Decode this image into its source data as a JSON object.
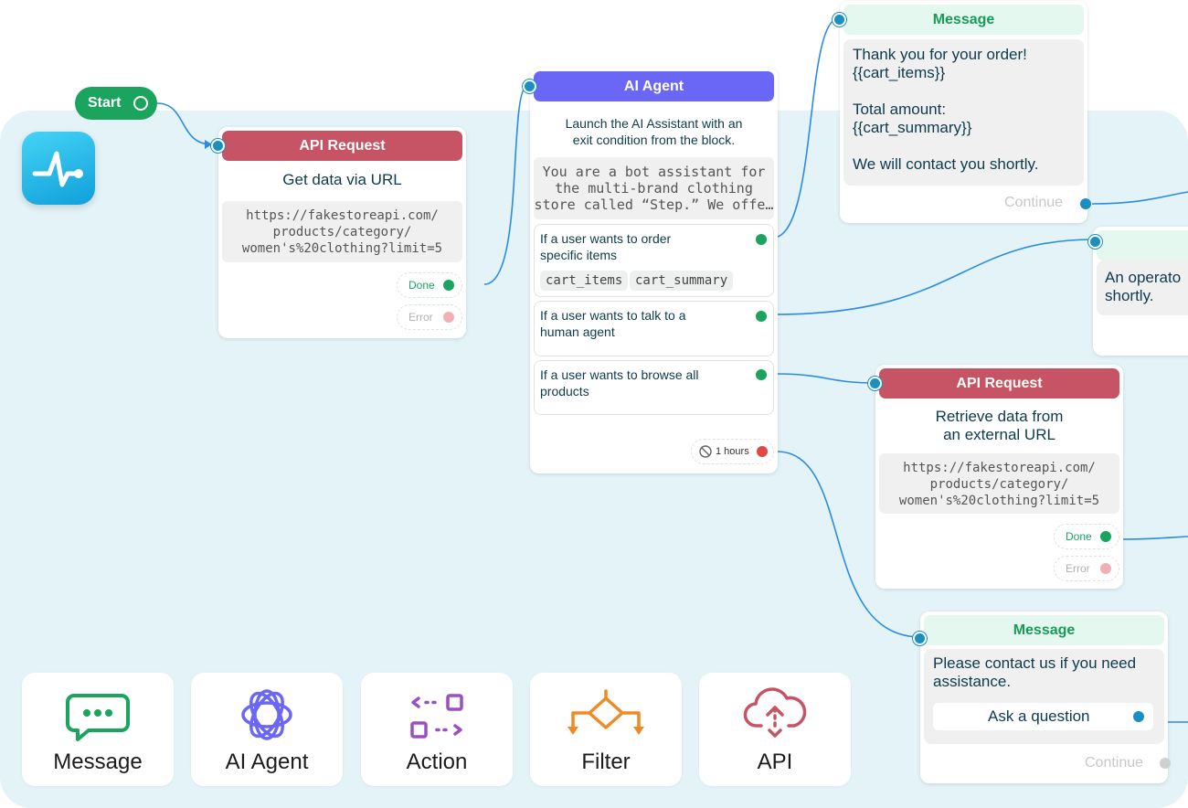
{
  "start": {
    "label": "Start"
  },
  "api_node_1": {
    "header": "API Request",
    "title": "Get data via URL",
    "url_line1": "https://fakestoreapi.com/",
    "url_line2": "products/category/",
    "url_line3": "women's%20clothing?limit=5",
    "done_label": "Done",
    "error_label": "Error"
  },
  "ai_agent_node": {
    "header": "AI Agent",
    "description_line1": "Launch the AI Assistant with an",
    "description_line2": "exit condition from the block.",
    "prompt_line1": "You are a bot assistant for",
    "prompt_line2": "the multi-brand clothing",
    "prompt_line3": "store called “Step.” We offe…",
    "conditions": [
      {
        "line1": "If a user wants to order",
        "line2": "specific items",
        "chips": [
          "cart_items",
          "cart_summary"
        ]
      },
      {
        "line1": "If a user wants to talk to a",
        "line2": "human agent"
      },
      {
        "line1": "If a user wants to browse all",
        "line2": "products"
      }
    ],
    "timeout_label": "1 hours"
  },
  "message_node_1": {
    "header": "Message",
    "lines": [
      "Thank you for your order!",
      "{{cart_items}}",
      "",
      "Total amount:",
      "{{cart_summary}}",
      "",
      "We will contact you shortly."
    ],
    "continue_label": "Continue"
  },
  "message_node_partial": {
    "line1": "An operato",
    "line2": "shortly."
  },
  "api_node_2": {
    "header": "API Request",
    "title_line1": "Retrieve data from",
    "title_line2": "an external URL",
    "url_line1": "https://fakestoreapi.com/",
    "url_line2": "products/category/",
    "url_line3": "women's%20clothing?limit=5",
    "done_label": "Done",
    "error_label": "Error"
  },
  "message_node_2": {
    "header": "Message",
    "line1": "Please contact us if you need",
    "line2": "assistance.",
    "button_label": "Ask a question",
    "continue_label": "Continue"
  },
  "palette": [
    {
      "label": "Message",
      "icon": "chat-bubble-icon",
      "color": "#1aa45e"
    },
    {
      "label": "AI Agent",
      "icon": "atom-icon",
      "color": "#6b67f6"
    },
    {
      "label": "Action",
      "icon": "action-icon",
      "color": "#9b4fc4"
    },
    {
      "label": "Filter",
      "icon": "filter-branch-icon",
      "color": "#f08a24"
    },
    {
      "label": "API",
      "icon": "cloud-api-icon",
      "color": "#c75464"
    }
  ],
  "colors": {
    "canvas": "#e3f3f7",
    "wire": "#2b8be0",
    "api": "#c75464",
    "ai": "#6b67f6",
    "message_header": "#e4f8ef",
    "start": "#1aa45e"
  }
}
